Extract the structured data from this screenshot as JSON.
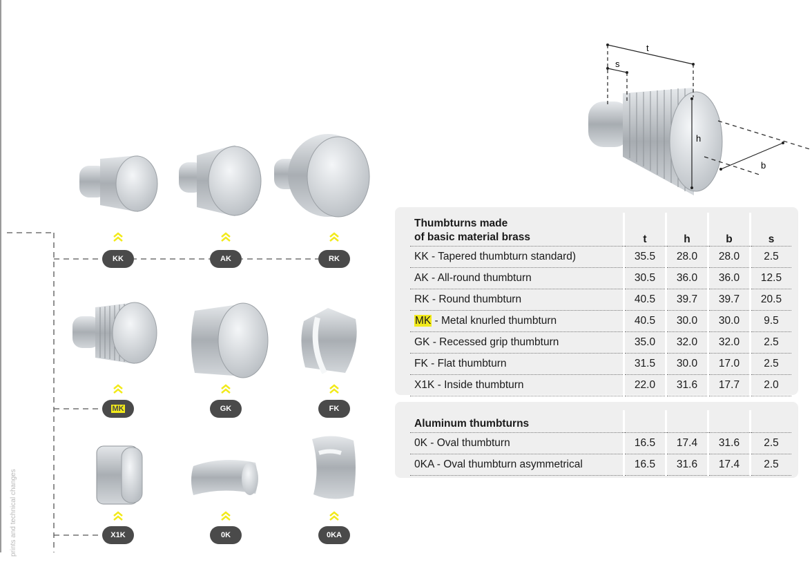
{
  "side_note": "prints and technical changes",
  "diagram": {
    "labels": {
      "t": "t",
      "s": "s",
      "h": "h",
      "b": "b"
    }
  },
  "thumbturns": [
    {
      "code": "KK",
      "highlight": false
    },
    {
      "code": "AK",
      "highlight": false
    },
    {
      "code": "RK",
      "highlight": false
    },
    {
      "code": "MK",
      "highlight": true
    },
    {
      "code": "GK",
      "highlight": false
    },
    {
      "code": "FK",
      "highlight": false
    },
    {
      "code": "X1K",
      "highlight": false
    },
    {
      "code": "0K",
      "highlight": false
    },
    {
      "code": "0KA",
      "highlight": false
    }
  ],
  "brass_table": {
    "title_line1": "Thumbturns made",
    "title_line2": "of basic material brass",
    "columns": [
      "t",
      "h",
      "b",
      "s"
    ],
    "rows": [
      {
        "code": "KK",
        "desc": " - Tapered thumbturn standard)",
        "values": [
          "35.5",
          "28.0",
          "28.0",
          "2.5"
        ]
      },
      {
        "code": "AK",
        "desc": " - All-round thumbturn",
        "values": [
          "30.5",
          "36.0",
          "36.0",
          "12.5"
        ]
      },
      {
        "code": "RK",
        "desc": " - Round thumbturn",
        "values": [
          "40.5",
          "39.7",
          "39.7",
          "20.5"
        ]
      },
      {
        "code": "MK",
        "desc": " - Metal knurled thumbturn",
        "values": [
          "40.5",
          "30.0",
          "30.0",
          "9.5"
        ],
        "highlight": true
      },
      {
        "code": "GK",
        "desc": " - Recessed grip thumbturn",
        "values": [
          "35.0",
          "32.0",
          "32.0",
          "2.5"
        ]
      },
      {
        "code": "FK",
        "desc": " - Flat thumbturn",
        "values": [
          "31.5",
          "30.0",
          "17.0",
          "2.5"
        ]
      },
      {
        "code": "X1K",
        "desc": " - Inside thumbturn",
        "values": [
          "22.0",
          "31.6",
          "17.7",
          "2.0"
        ]
      }
    ]
  },
  "aluminum_table": {
    "title": "Aluminum thumbturns",
    "rows": [
      {
        "code": "0K",
        "desc": " - Oval thumbturn",
        "values": [
          "16.5",
          "17.4",
          "31.6",
          "2.5"
        ]
      },
      {
        "code": "0KA",
        "desc": " - Oval thumbturn asymmetrical",
        "values": [
          "16.5",
          "31.6",
          "17.4",
          "2.5"
        ]
      }
    ]
  },
  "colors": {
    "pill": "#4a4a4a",
    "highlight": "#f2ea1a",
    "chevron": "#f2ea1a",
    "panel": "#efefef"
  }
}
